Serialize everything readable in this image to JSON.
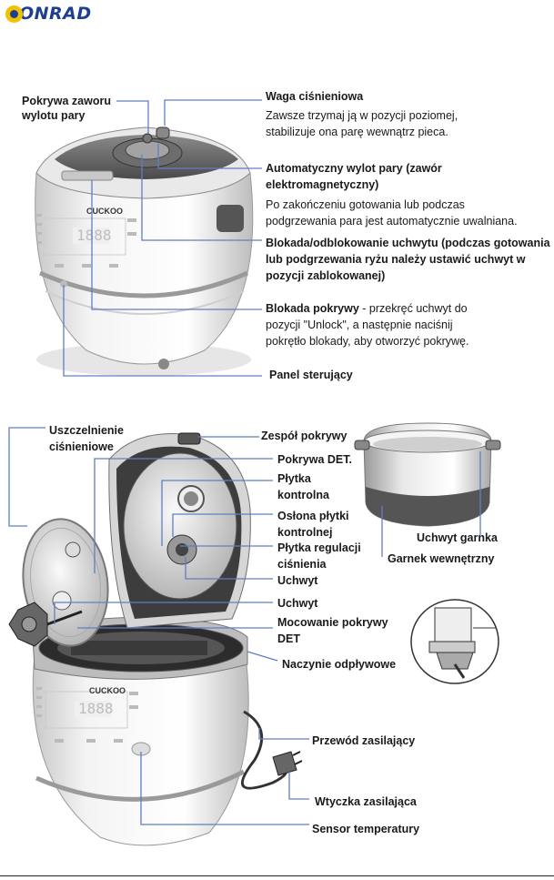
{
  "brand": {
    "logo": "ONRAD"
  },
  "top_section": {
    "pokrywa_zaworu": "Pokrywa zaworu\nwylotu pary",
    "waga_title": "Waga ciśnieniowa",
    "waga_desc": "Zawsze trzymaj ją w pozycji poziomej,\nstabilizuje ona parę wewnątrz pieca.",
    "auto_title": "Automatyczny wylot pary (zawór\nelektromagnetyczny)",
    "auto_desc": "Po zakończeniu gotowania lub podczas\npodgrzewania para jest automatycznie uwalniana.",
    "blokada_uchwytu": "Blokada/odblokowanie uchwytu (podczas gotowania\nlub podgrzewania ryżu należy ustawić uchwyt w\npozycji zablokowanej)",
    "blokada_pokrywy_title": "Blokada pokrywy",
    "blokada_pokrywy_desc": " - przekręć uchwyt do\npozycji \"Unlock\", a następnie naciśnij\npokrętło blokady, aby otworzyć pokrywę.",
    "panel": "Panel sterujący"
  },
  "bottom_section": {
    "uszczelnienie": "Uszczelnienie\nciśnieniowe",
    "zespol": "Zespół pokrywy",
    "pokrywa_det": "Pokrywa DET.",
    "plytka": "Płytka\nkontrolna",
    "oslona": "Osłona płytki\nkontrolnej",
    "plytka_reg": "Płytka regulacji\nciśnienia",
    "uchwyt1": "Uchwyt",
    "uchwyt2": "Uchwyt",
    "mocowanie": "Mocowanie pokrywy\nDET",
    "naczynie": "Naczynie odpływowe",
    "uchwyt_garnka": "Uchwyt garnka",
    "garnek": "Garnek wewnętrzny",
    "przewod": "Przewód zasilający",
    "wtyczka": "Wtyczka zasilająca",
    "sensor": "Sensor temperatury"
  },
  "device": {
    "brand": "CUCKOO",
    "display": "1888"
  }
}
